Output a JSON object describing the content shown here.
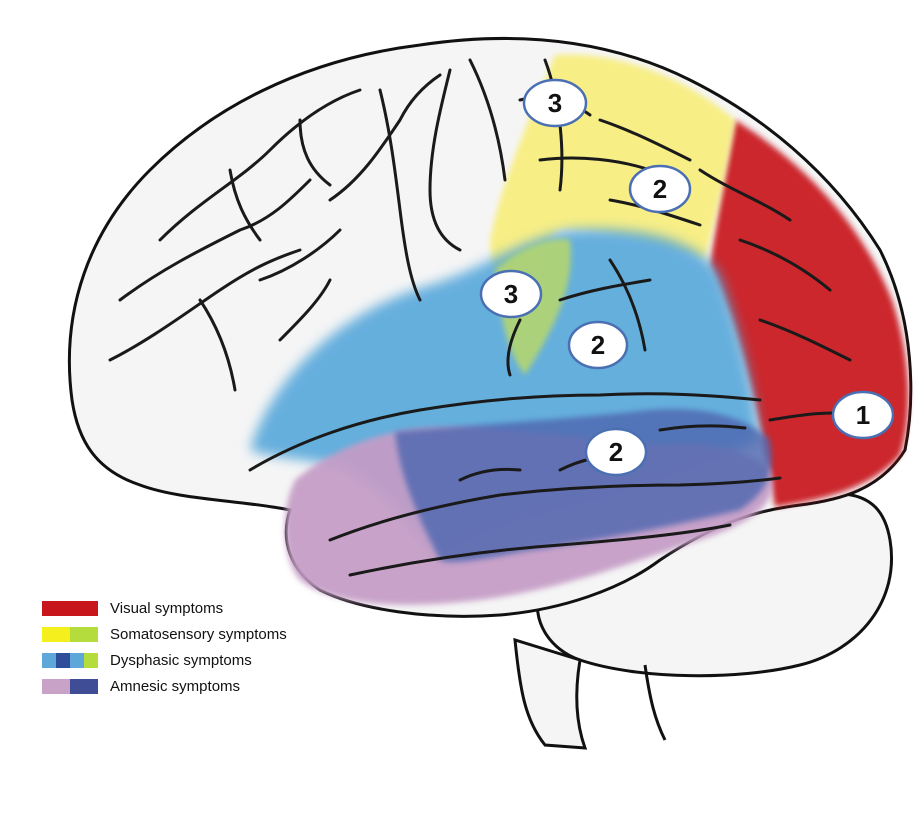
{
  "legend": [
    {
      "label": "Visual symptoms",
      "colors": [
        "#c8161d"
      ]
    },
    {
      "label": "Somatosensory symptoms",
      "colors": [
        "#f5ef1e",
        "#b4dc3c"
      ]
    },
    {
      "label": "Dysphasic symptoms",
      "colors": [
        "#5da8d8",
        "#2e4d9a",
        "#5da8d8",
        "#b4dc3c"
      ]
    },
    {
      "label": "Amnesic symptoms",
      "colors": [
        "#c9a2c8",
        "#3f4d96"
      ]
    }
  ],
  "markers": [
    "3",
    "2",
    "3",
    "2",
    "2",
    "1"
  ],
  "region_colors": {
    "visual": "#c8161d",
    "somatosensory": "#f8ee7a",
    "overlap_green": "#b9d86a",
    "dysphasic": "#4ea3d9",
    "amnesic": "#c59cc6",
    "amnesic_dysphasic_overlap": "#4f67b0"
  }
}
